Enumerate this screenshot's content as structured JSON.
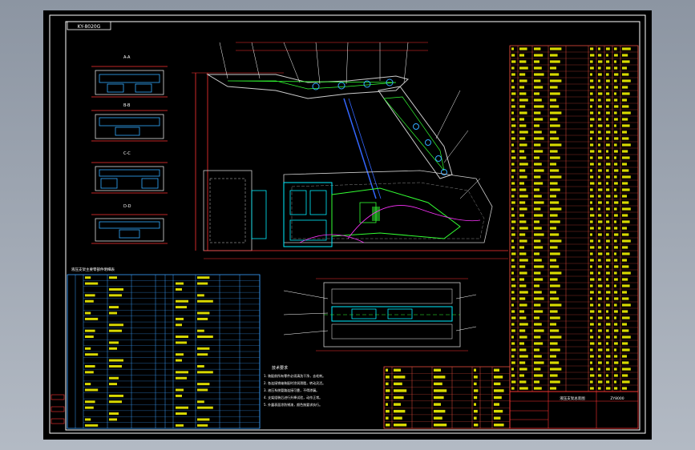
{
  "colors": {
    "background_outer": "#9aa2ad",
    "canvas": "#000000",
    "frame": "#ffffff",
    "table_lines": "#e84c3d",
    "table_text": "#ffff00",
    "parts_table_lines": "#3aa0ff",
    "geometry_cyan": "#00e5ff",
    "geometry_green": "#33ff33",
    "geometry_magenta": "#ff33ff",
    "geometry_gray": "#c8c8c8",
    "dimension_red": "#ff3030",
    "title_block_red": "#e01010"
  },
  "stamp_label": "KY-8020G",
  "section_labels": [
    "A-A",
    "B-B",
    "C-C",
    "D-D"
  ],
  "parts_list_caption": "液压支架主要零部件明细表",
  "title_block": {
    "drawing_name": "液压支架总装图",
    "drawing_no": "ZY8000"
  },
  "notes": {
    "heading": "技术要求",
    "lines": [
      "1. 装配前所有零件必须清洗干净，去毛刺。",
      "2. 各连接销轴装配时涂润滑脂，转动灵活。",
      "3. 液压系统管路连接可靠，不得渗漏。",
      "4. 支架组装后进行升降试验，动作正常。",
      "5. 外露表面涂防锈漆，颜色按要求执行。"
    ]
  }
}
